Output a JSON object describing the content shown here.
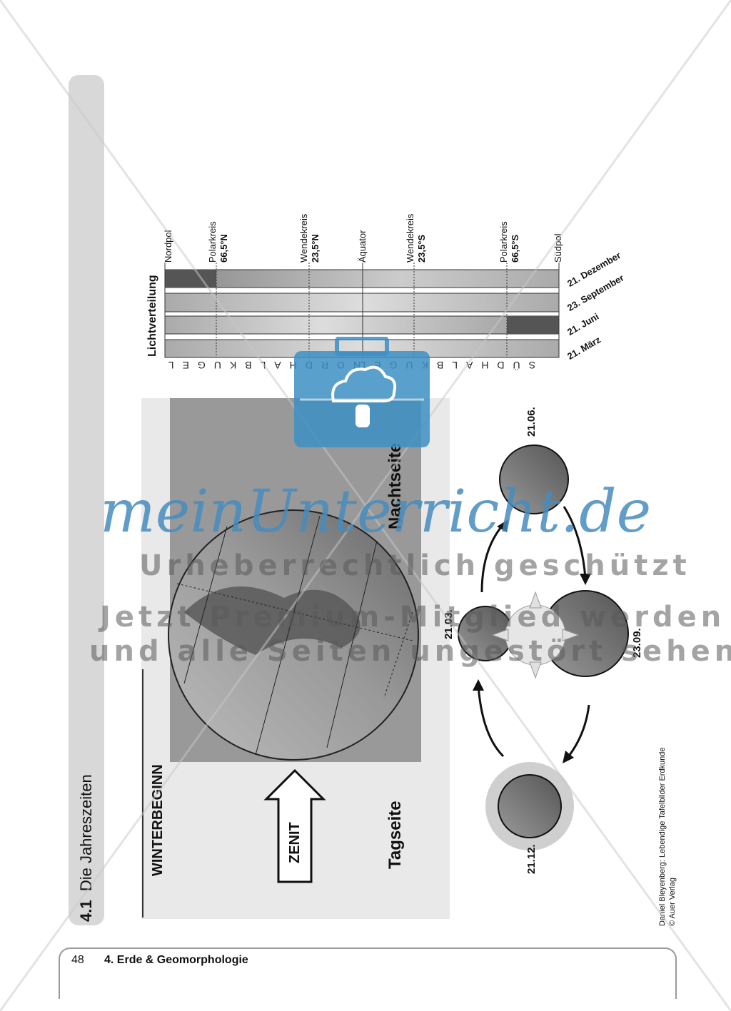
{
  "section": {
    "number": "4.1",
    "title": "Die Jahreszeiten"
  },
  "footer": {
    "page_number": "48",
    "chapter": "4. Erde & Geomorphologie"
  },
  "credit": {
    "line1": "Daniel Bleyenberg: Lebendige Tafelbilder Erdkunde",
    "line2": "© Auer Verlag"
  },
  "light_chart": {
    "title": "Lichtverteilung",
    "latitudes": [
      {
        "name": "Nordpol",
        "value": ""
      },
      {
        "name": "Polarkreis",
        "value": "66,5°N"
      },
      {
        "name": "Wendekreis",
        "value": "23,5°N"
      },
      {
        "name": "Äquator",
        "value": ""
      },
      {
        "name": "Wendekreis",
        "value": "23,5°S"
      },
      {
        "name": "Polarkreis",
        "value": "66,5°S"
      },
      {
        "name": "Südpol",
        "value": ""
      }
    ],
    "dates": [
      "21. Dezember",
      "23. September",
      "21. Juni",
      "21. März"
    ],
    "north_hemisphere": "NORDHALBKUGEL",
    "south_hemisphere": "SÜDHALBKUGEL"
  },
  "diagram": {
    "season": "WINTERBEGINN",
    "zenit": "ZENIT",
    "day_side": "Tagseite",
    "night_side": "Nachtseite"
  },
  "orbit": {
    "dates": [
      "21.06.",
      "23.09.",
      "21.12.",
      "21.03."
    ]
  },
  "watermark": {
    "brand": "meinUnterricht.de",
    "line1": "Urheberrechtlich geschützt",
    "line2": "Jetzt Premium-Mitglied werden",
    "line3": "und alle Seiten ungestört sehen."
  },
  "colors": {
    "tab_gray": "#d8d8d8",
    "watermark_blue": "#3d8fc4"
  }
}
